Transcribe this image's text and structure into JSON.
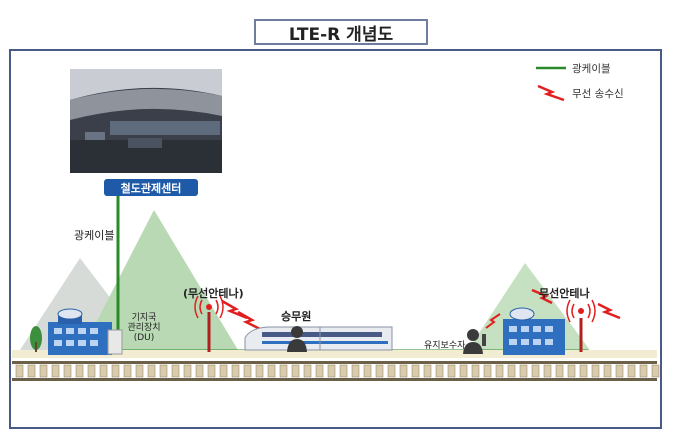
{
  "title": "LTE-R 개념도",
  "legend": {
    "fiber_label": "광케이블",
    "wireless_label": "무선 송수신",
    "fiber_color": "#2a8a2a",
    "wireless_color": "#e02020"
  },
  "nodes": {
    "control_center": "철도관제센터",
    "fiber_cable": "광케이블",
    "base_station": "기지국",
    "du": "관리장치",
    "du_abbr": "(DU)",
    "antenna_left": "(무선안테나)",
    "antenna_right": "무선안테나",
    "crew": "승무원",
    "maintenance": "유지보수자"
  },
  "colors": {
    "frame": "#4a5a86",
    "badge": "#1e5aa8",
    "building": "#2f6fc0",
    "mountain": "#b9d9b4",
    "track": "#8a7a5a"
  }
}
